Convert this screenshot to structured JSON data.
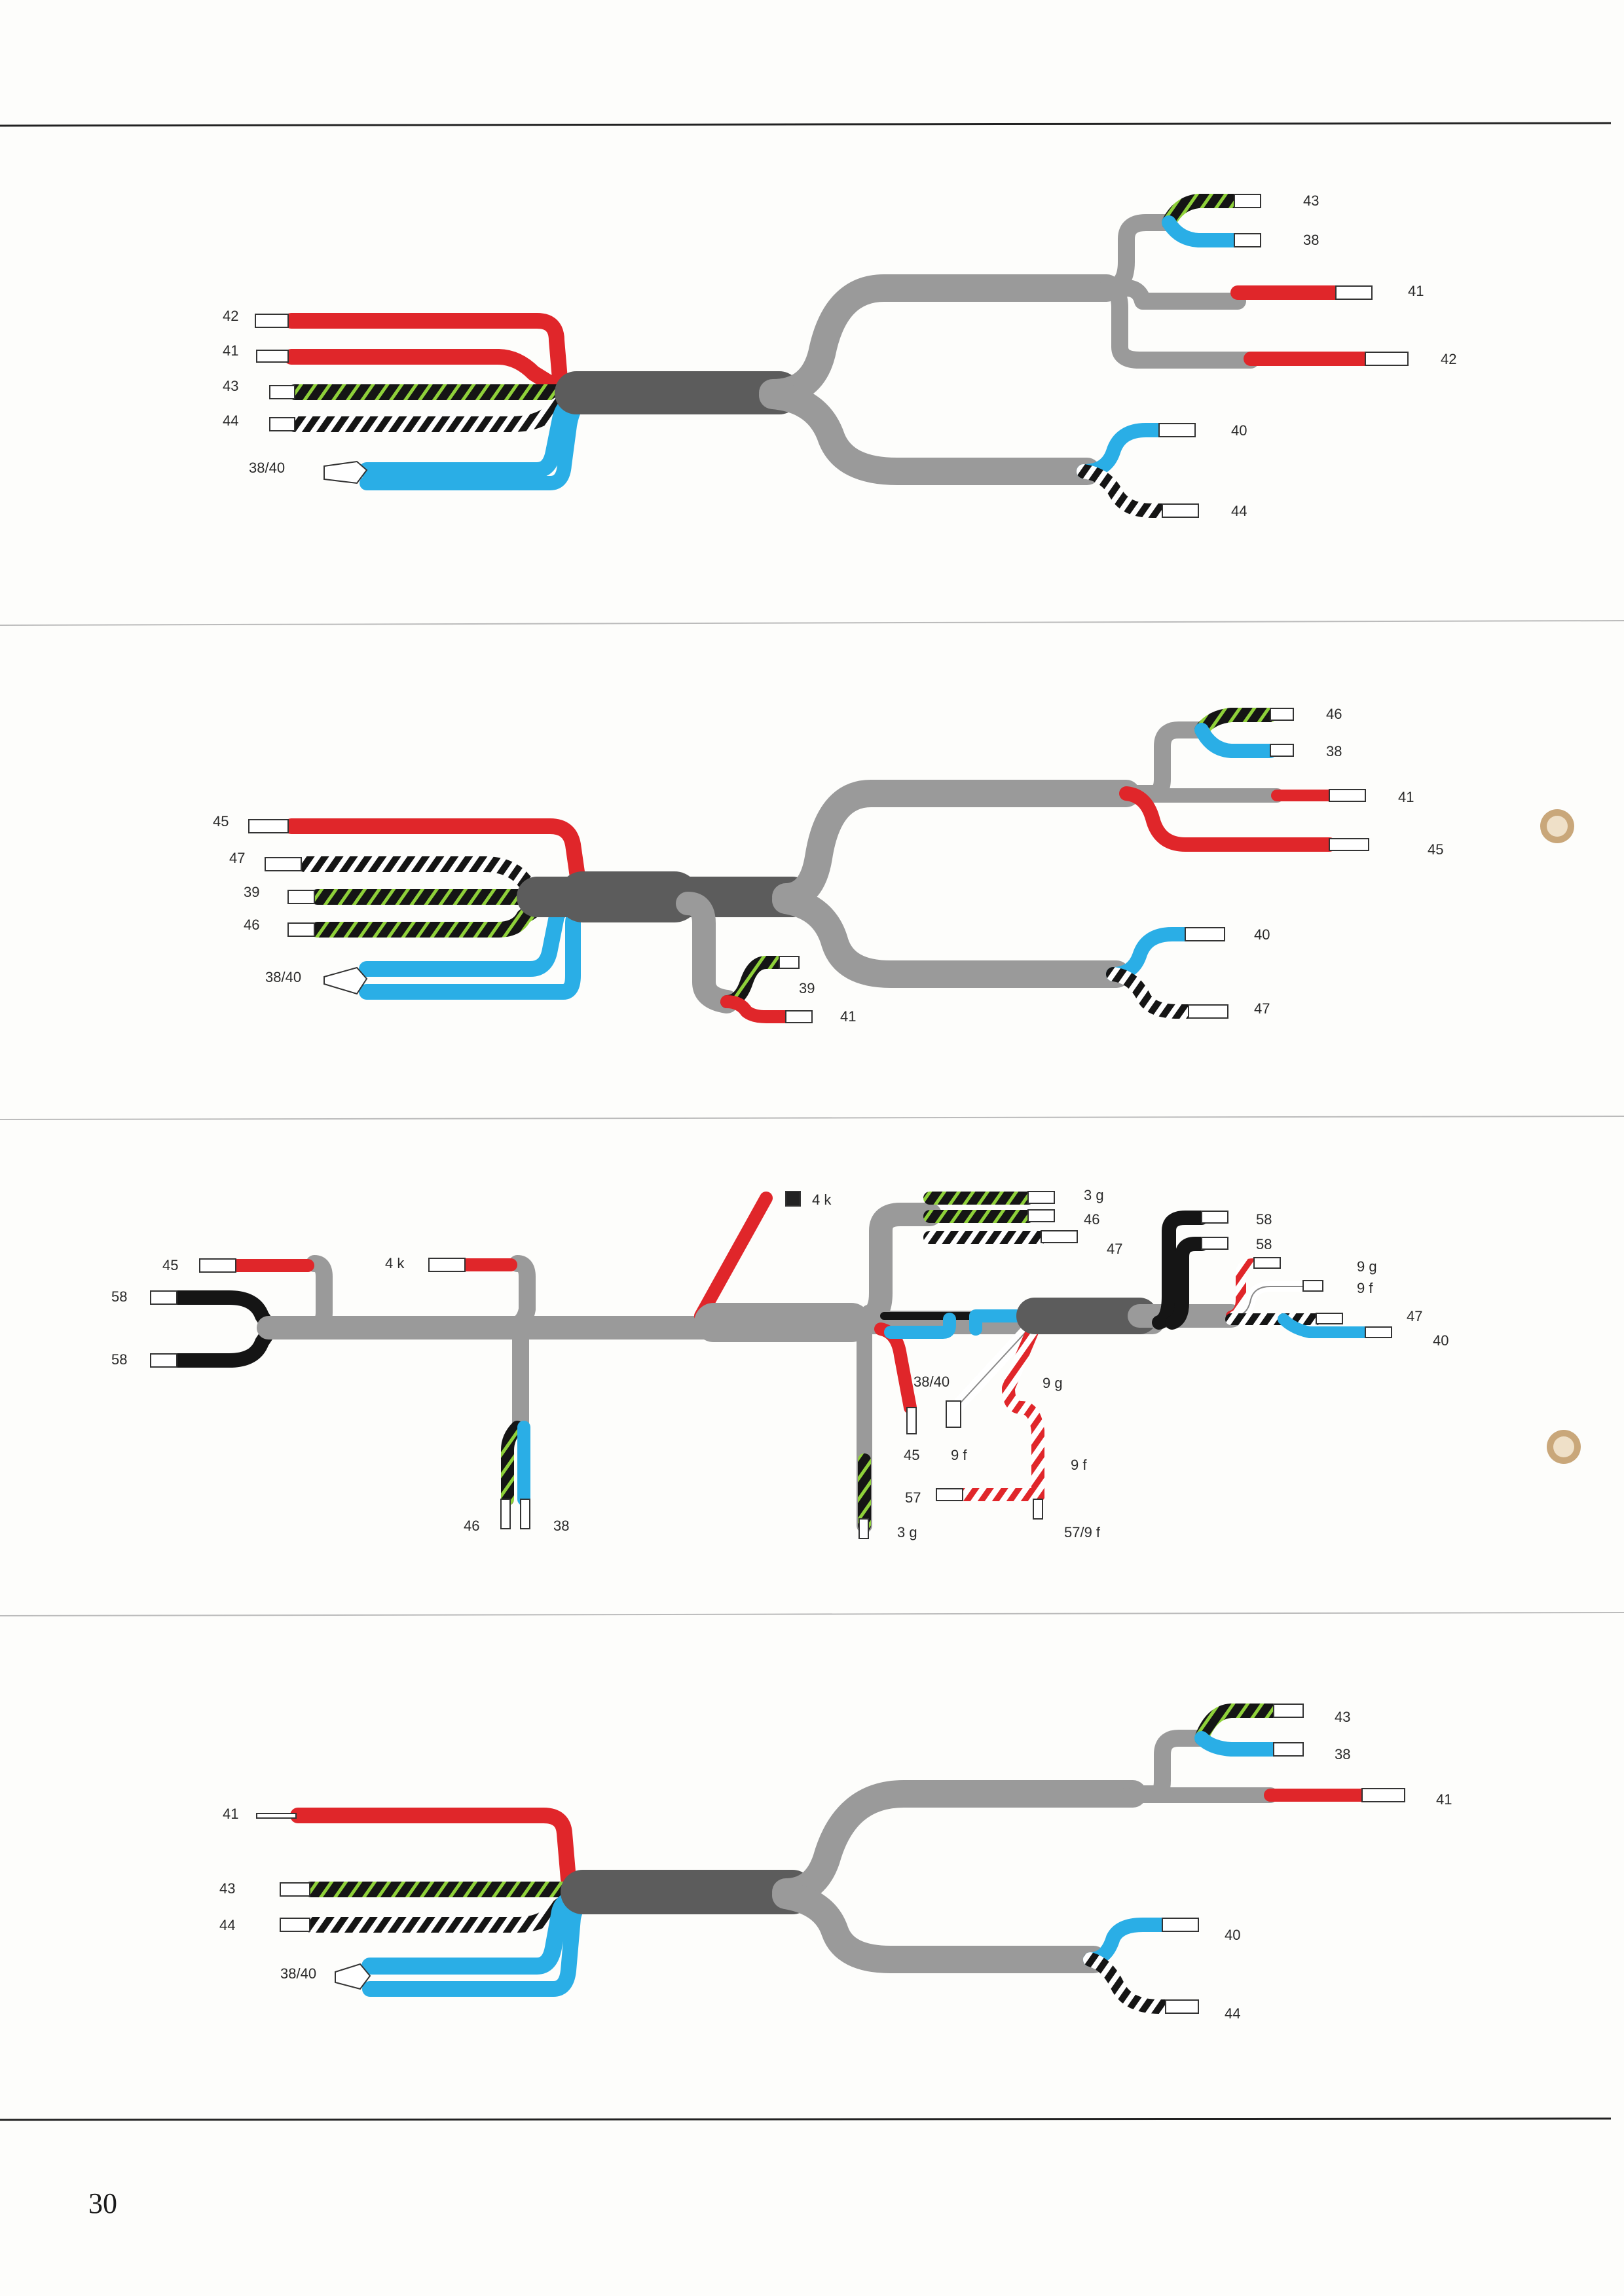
{
  "page": {
    "number": "30"
  },
  "colors": {
    "sheath": "#9a9a9a",
    "sheath_dark": "#5c5c5c",
    "red": "#e0262a",
    "blue": "#2aaee6",
    "black": "#151515",
    "green": "#8fd13a",
    "white": "#ffffff",
    "rule": "#333333"
  },
  "diagram_1": {
    "left_labels": [
      "42",
      "41",
      "43",
      "44",
      "38/40"
    ],
    "right_labels": [
      "43",
      "38",
      "41",
      "42",
      "40",
      "44"
    ]
  },
  "diagram_2": {
    "left_labels": [
      "45",
      "47",
      "39",
      "46",
      "38/40"
    ],
    "right_labels": [
      "46",
      "38",
      "41",
      "45",
      "40",
      "47"
    ],
    "bottom_labels": [
      "39",
      "41"
    ]
  },
  "diagram_3": {
    "left_labels": [
      "45",
      "58",
      "58"
    ],
    "middle_labels": [
      "4 k",
      "4 k",
      "46",
      "38"
    ],
    "right_labels": [
      "3 g",
      "46",
      "47",
      "58",
      "58",
      "9 g",
      "9 f",
      "47",
      "40"
    ],
    "lower_labels": [
      "38/40",
      "9 g",
      "45",
      "9 f",
      "9 f",
      "57",
      "3 g",
      "57/9 f"
    ]
  },
  "diagram_4": {
    "left_labels": [
      "41",
      "43",
      "44",
      "38/40"
    ],
    "right_labels": [
      "43",
      "38",
      "41",
      "40",
      "44"
    ]
  }
}
